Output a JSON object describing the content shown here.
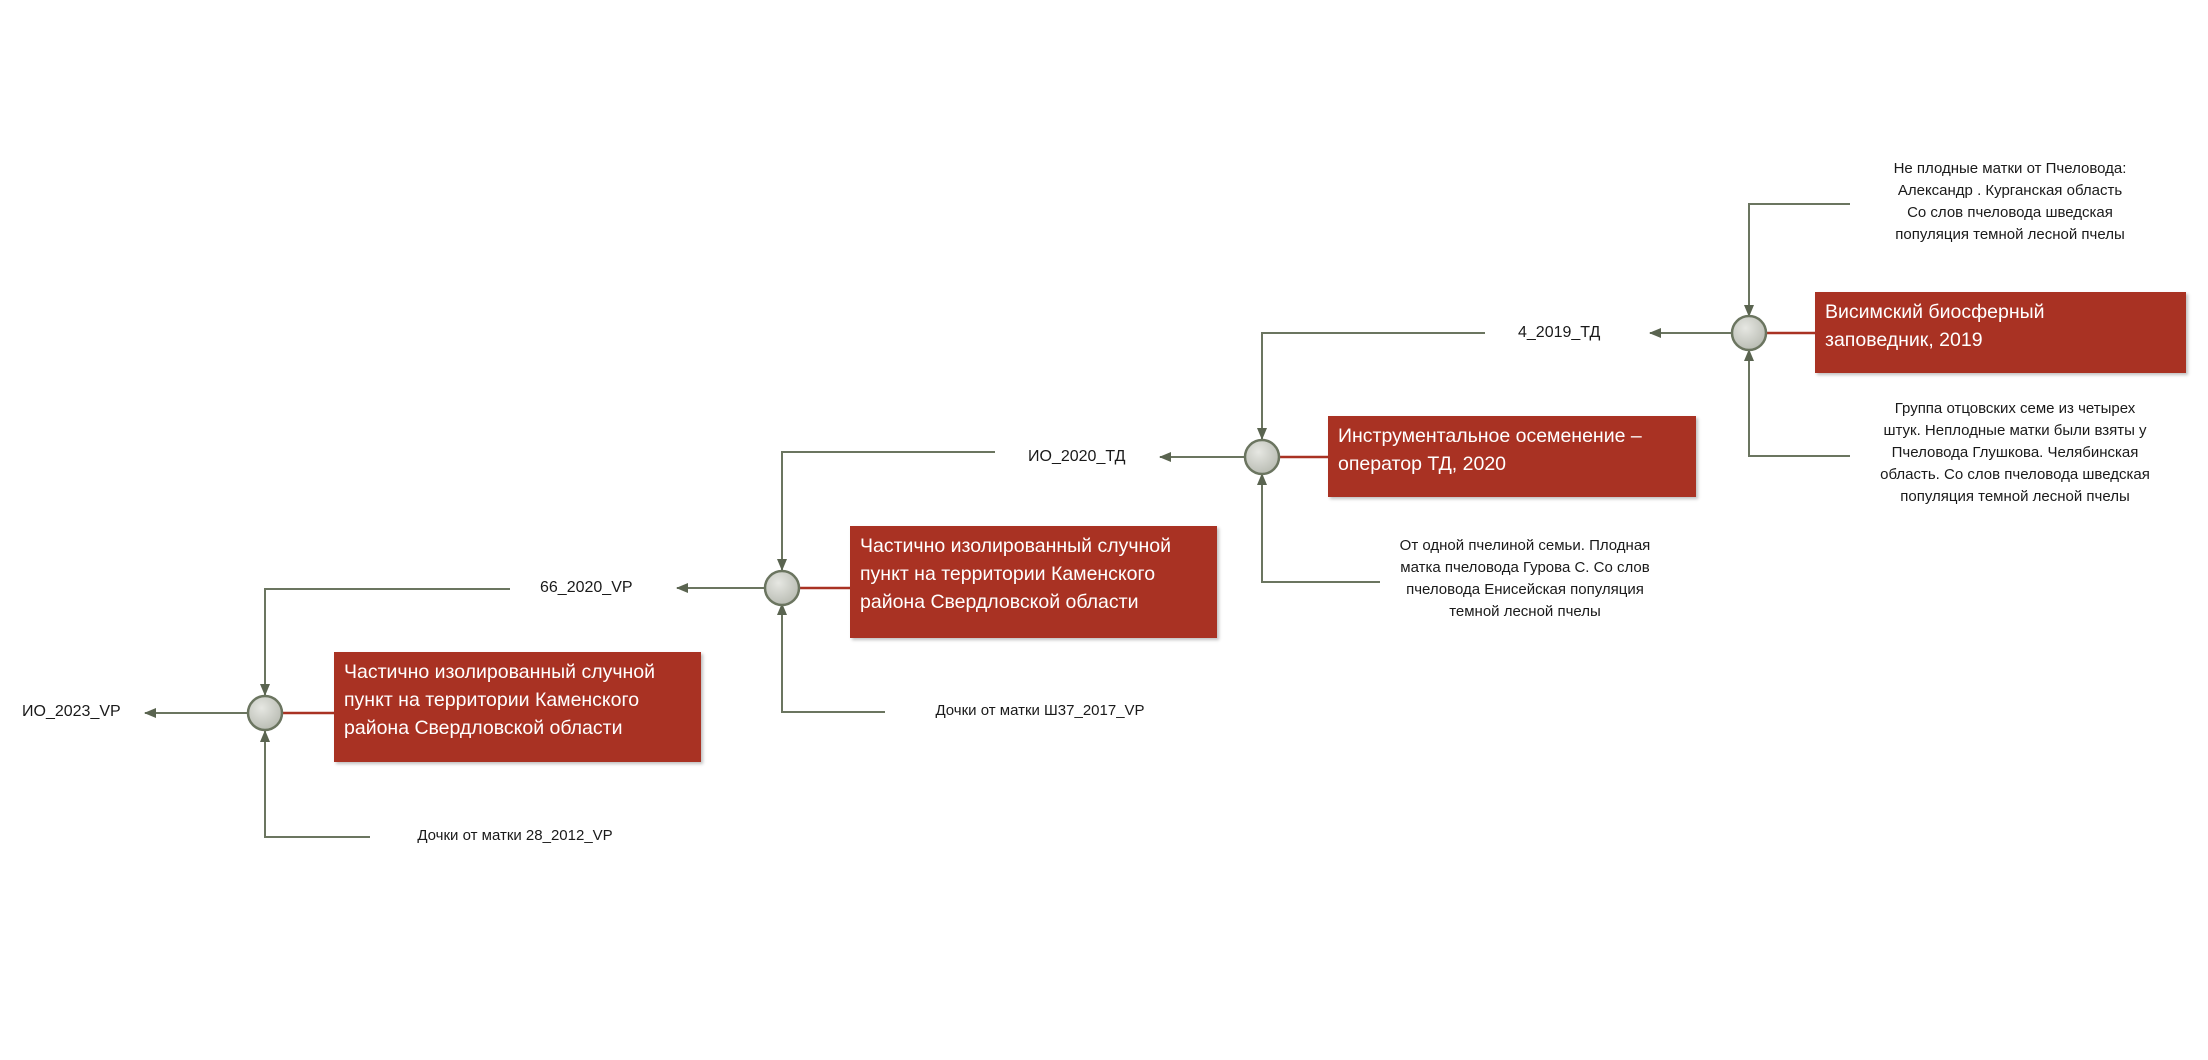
{
  "nodes": {
    "vp2023": {
      "code": "ИО_2023_VP",
      "box": "Частично изолированный случной\nпункт на территории Каменского\nрайона Свердловской области",
      "father_note": "Дочки от матки 28_2012_VP"
    },
    "vp2020": {
      "code": "66_2020_VP",
      "box": "Частично изолированный случной\nпункт на территории Каменского\nрайона Свердловской области",
      "father_note": "Дочки от матки Ш37_2017_VP"
    },
    "td2020": {
      "code": "ИО_2020_ТД",
      "box": "Инструментальное осеменение –\nоператор ТД, 2020",
      "father_note": "От одной пчелиной семьи. Плодная\nматка пчеловода Гурова С. Со слов\nпчеловода Енисейская популяция\nтемной лесной пчелы"
    },
    "td2019": {
      "code": "4_2019_ТД",
      "box": "Висимский биосферный\nзаповедник, 2019",
      "mother_note": "Не плодные матки от Пчеловода:\nАлександр . Курганская область\nСо слов пчеловода шведская\nпопуляция темной лесной пчелы",
      "father_note": "Группа отцовских семе из четырех\nштук.  Неплодные матки были взяты у\nПчеловода Глушкова. Челябинская\nобласть. Со слов пчеловода шведская\nпопуляция темной лесной пчелы"
    }
  },
  "colors": {
    "box_fill": "#a93223",
    "connector": "#6b7560",
    "red_link": "#a93223",
    "node_fill": "#c9cbc4"
  }
}
